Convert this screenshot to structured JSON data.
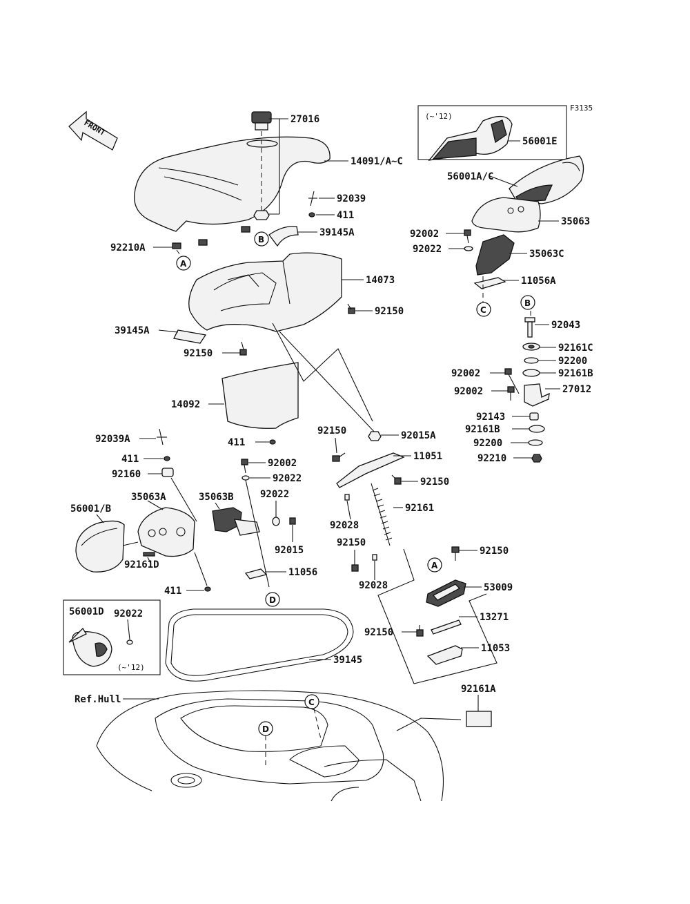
{
  "figure_code": "F3135",
  "front_arrow": "FRONT",
  "inset_top": {
    "note": "(~'12)",
    "part": "56001E"
  },
  "inset_bottom": {
    "part": "56001D",
    "washer": "92022",
    "note": "(~'12)"
  },
  "ref_hull": "Ref.Hull",
  "parts": {
    "p27016": "27016",
    "p14091": "14091/A~C",
    "p92039": "92039",
    "p411a": "411",
    "p39145Aa": "39145A",
    "p92210A": "92210A",
    "p14073": "14073",
    "p92150a": "92150",
    "p39145Ab": "39145A",
    "p92150b": "92150",
    "p14092": "14092",
    "p411b": "411",
    "p92039A": "92039A",
    "p411c": "411",
    "p92160": "92160",
    "p35063A": "35063A",
    "p35063B": "35063B",
    "p56001B": "56001/B",
    "p92161D": "92161D",
    "p411d": "411",
    "p92002a": "92002",
    "p92022a": "92022",
    "p92022b": "92022",
    "p92015": "92015",
    "p11056": "11056",
    "p39145": "39145",
    "p92150c": "92150",
    "p92015A": "92015A",
    "p11051": "11051",
    "p92150d": "92150",
    "p92028a": "92028",
    "p92161": "92161",
    "p92150e": "92150",
    "p92028b": "92028",
    "p92150f": "92150",
    "p53009": "53009",
    "p13271": "13271",
    "p92150g": "92150",
    "p11053": "11053",
    "p92161A": "92161A",
    "p56001AC": "56001A/C",
    "p35063": "35063",
    "p92002b": "92002",
    "p92022c": "92022",
    "p35063C": "35063C",
    "p11056A": "11056A",
    "p92043": "92043",
    "p92161C": "92161C",
    "p92200a": "92200",
    "p92002c": "92002",
    "p92161Ba": "92161B",
    "p92002d": "92002",
    "p27012": "27012",
    "p92143": "92143",
    "p92161Bb": "92161B",
    "p92200b": "92200",
    "p92210": "92210"
  },
  "callouts": {
    "a": "A",
    "b": "B",
    "c": "C",
    "d": "D"
  }
}
